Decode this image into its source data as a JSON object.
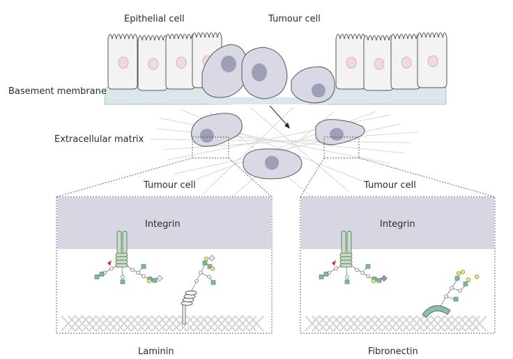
{
  "labels": {
    "epithelial_cell": "Epithelial cell",
    "tumour_cell_top": "Tumour cell",
    "basement_membrane": "Basement membrane",
    "extracellular_matrix": "Extracellular matrix",
    "tumour_cell_left": "Tumour cell",
    "tumour_cell_right": "Tumour cell",
    "integrin_left": "Integrin",
    "integrin_right": "Integrin",
    "laminin": "Laminin",
    "fibronectin": "Fibronectin"
  },
  "colors": {
    "cell_fill": "#f3f3f3",
    "cell_stroke": "#555555",
    "nucleus_epi": "#f1d9df",
    "tumour_fill": "#d9d9e6",
    "tumour_nucleus": "#9e9fb7",
    "membrane": "#dbe7ec",
    "integrin_band": "#d7d7e4",
    "matrix_fibre": "#d8cfd2",
    "glycan_teal": "#7fb7a6",
    "glycan_yellow": "#f0e27a",
    "glycan_purple": "#a98cc0",
    "glycan_red": "#c0392b",
    "fibronectin_arc": "#8fbcb4"
  }
}
